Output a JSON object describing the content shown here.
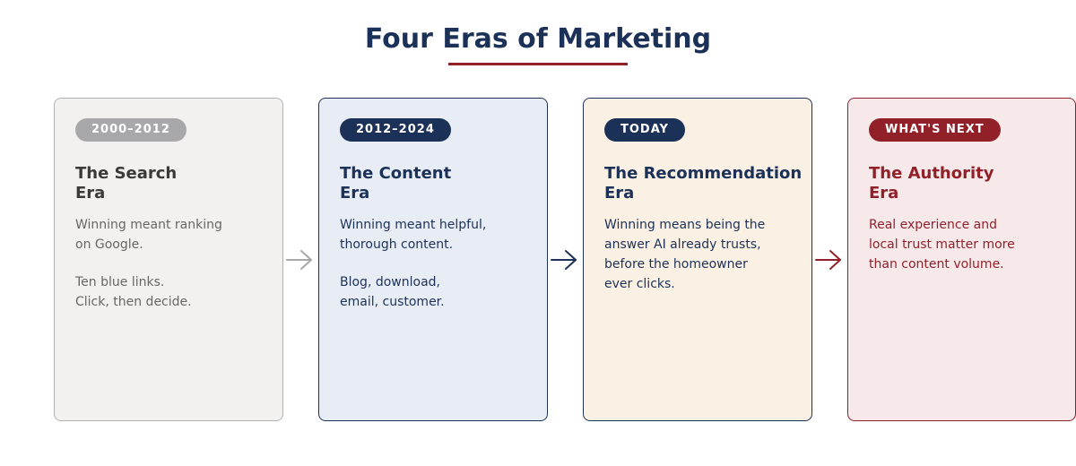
{
  "title": "Four Eras of Marketing",
  "colors": {
    "navy": "#1c3157",
    "crimson": "#922029",
    "gray": "#a8a8aa"
  },
  "eras": [
    {
      "badge": "2000–2012",
      "title_lines": [
        "The Search",
        "Era"
      ],
      "body": [
        [
          "Winning meant ranking",
          "on Google."
        ],
        [
          "Ten blue links.",
          "Click, then decide."
        ]
      ]
    },
    {
      "badge": "2012–2024",
      "title_lines": [
        "The Content",
        "Era"
      ],
      "body": [
        [
          "Winning meant helpful,",
          "thorough content."
        ],
        [
          "Blog, download,",
          "email, customer."
        ]
      ]
    },
    {
      "badge": "TODAY",
      "title_lines": [
        "The Recommendation",
        "Era"
      ],
      "body": [
        [
          "Winning means being the",
          "answer AI already trusts,",
          "before the homeowner",
          "ever clicks."
        ]
      ]
    },
    {
      "badge": "WHAT'S NEXT",
      "title_lines": [
        "The Authority",
        "Era"
      ],
      "body": [
        [
          "Real experience and",
          "local trust matter more",
          "than content volume."
        ]
      ]
    }
  ]
}
